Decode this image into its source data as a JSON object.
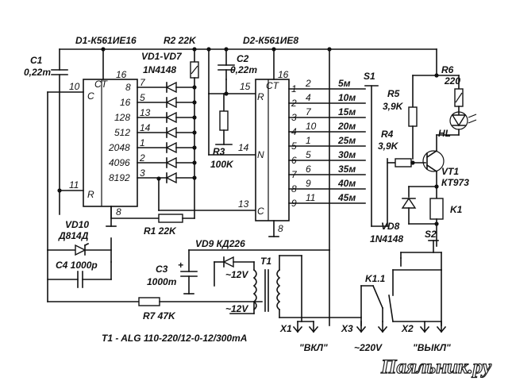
{
  "labels": {
    "d1": "D1-К561ИЕ16",
    "r2": "R2 22K",
    "d2": "D2-К561ИЕ8",
    "c1a": "C1",
    "c1b": "0,22m",
    "vd1a": "VD1-VD7",
    "vd1b": "1N4148",
    "c2a": "C2",
    "c2b": "0,22m",
    "r3a": "R3",
    "r3b": "100K",
    "s1": "S1",
    "r6a": "R6",
    "r6b": "220",
    "r5a": "R5",
    "r5b": "3,9K",
    "r4a": "R4",
    "r4b": "3,9K",
    "hl": "HL",
    "vt1": "VT1",
    "kt973": "КТ973",
    "k1": "K1",
    "vd8a": "VD8",
    "vd8b": "1N4148",
    "s2": "S2",
    "vd10a": "VD10",
    "vd10b": "Д814Д",
    "r1": "R1 22K",
    "vd9": "VD9 КД226",
    "t1": "T1",
    "c4": "C4 1000p",
    "c3a": "C3",
    "c3b": "1000m",
    "v12a": "~12V",
    "v12b": "~12V",
    "k11": "K1.1",
    "r7": "R7 47K",
    "t1spec": "T1 - ALG 110-220/12-0-12/300mA",
    "x1": "X1",
    "x3": "X3",
    "x2": "X2",
    "vkl": "\"ВКЛ\"",
    "v220": "~220V",
    "vykl": "\"ВЫКЛ\"",
    "watermark": "Паяльник.ру"
  },
  "d1": {
    "ct": "CT",
    "c": "C",
    "r": "R",
    "pins": {
      "p16": "16",
      "p10": "10",
      "p11": "11",
      "p8": "8"
    },
    "outputs": [
      {
        "bit": "8",
        "pin": "7"
      },
      {
        "bit": "16",
        "pin": "5"
      },
      {
        "bit": "128",
        "pin": "13"
      },
      {
        "bit": "512",
        "pin": "14"
      },
      {
        "bit": "2048",
        "pin": "1"
      },
      {
        "bit": "4096",
        "pin": "2"
      },
      {
        "bit": "8192",
        "pin": "3"
      }
    ]
  },
  "d2": {
    "ct": "CT",
    "r": "R",
    "n": "N",
    "c": "C",
    "pins": {
      "p16": "16",
      "p15": "15",
      "p14": "14",
      "p13": "13",
      "p8": "8"
    },
    "outputs": [
      {
        "bit": "1",
        "pin": "2",
        "time": "5м"
      },
      {
        "bit": "2",
        "pin": "4",
        "time": "10м"
      },
      {
        "bit": "3",
        "pin": "7",
        "time": "15м"
      },
      {
        "bit": "4",
        "pin": "10",
        "time": "20м"
      },
      {
        "bit": "5",
        "pin": "1",
        "time": "25м"
      },
      {
        "bit": "6",
        "pin": "5",
        "time": "30м"
      },
      {
        "bit": "7",
        "pin": "6",
        "time": "35м"
      },
      {
        "bit": "8",
        "pin": "9",
        "time": "40м"
      },
      {
        "bit": "9",
        "pin": "11",
        "time": "45м"
      }
    ]
  },
  "cap_plus": "+"
}
